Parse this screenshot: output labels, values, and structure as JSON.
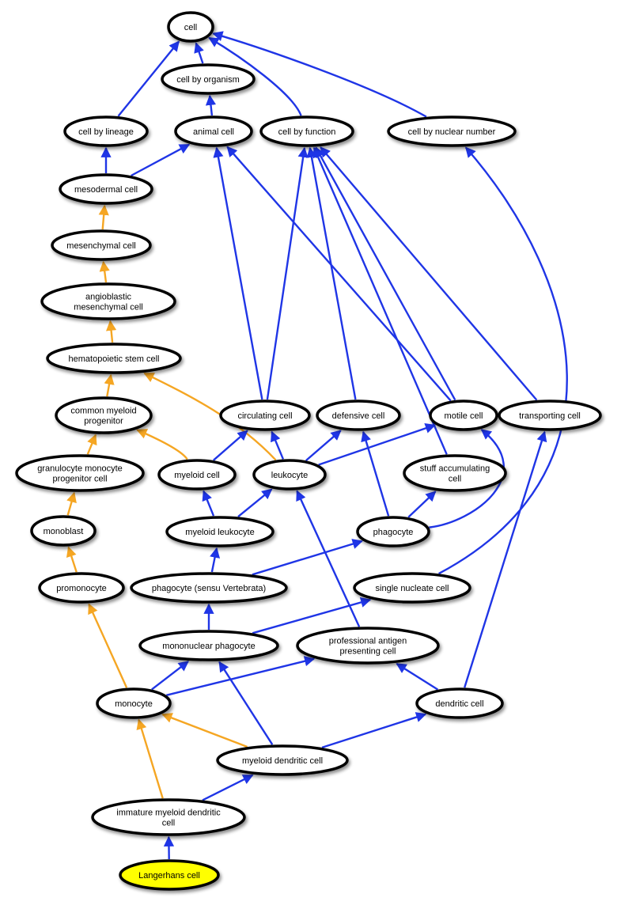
{
  "colors": {
    "is_a": "#1f35e6",
    "develops_from": "#f5a623",
    "highlight": "#ffff00",
    "node_fill": "#ffffff",
    "outline": "#000000"
  },
  "highlighted_node": "langerhans",
  "nodes": {
    "cell": {
      "lines": [
        "cell"
      ]
    },
    "cell_by_organism": {
      "lines": [
        "cell by organism"
      ]
    },
    "cell_by_lineage": {
      "lines": [
        "cell by lineage"
      ]
    },
    "animal_cell": {
      "lines": [
        "animal cell"
      ]
    },
    "cell_by_function": {
      "lines": [
        "cell by function"
      ]
    },
    "cell_by_nuclear_number": {
      "lines": [
        "cell by nuclear number"
      ]
    },
    "mesodermal_cell": {
      "lines": [
        "mesodermal cell"
      ]
    },
    "mesenchymal_cell": {
      "lines": [
        "mesenchymal cell"
      ]
    },
    "angioblastic": {
      "lines": [
        "angioblastic",
        "mesenchymal cell"
      ]
    },
    "hsc": {
      "lines": [
        "hematopoietic stem cell"
      ]
    },
    "cmp": {
      "lines": [
        "common myeloid",
        "progenitor"
      ]
    },
    "circulating_cell": {
      "lines": [
        "circulating cell"
      ]
    },
    "defensive_cell": {
      "lines": [
        "defensive cell"
      ]
    },
    "motile_cell": {
      "lines": [
        "motile cell"
      ]
    },
    "transporting_cell": {
      "lines": [
        "transporting cell"
      ]
    },
    "gmp": {
      "lines": [
        "granulocyte monocyte",
        "progenitor cell"
      ]
    },
    "myeloid_cell": {
      "lines": [
        "myeloid cell"
      ]
    },
    "leukocyte": {
      "lines": [
        "leukocyte"
      ]
    },
    "stuff_accumulating": {
      "lines": [
        "stuff accumulating",
        "cell"
      ]
    },
    "monoblast": {
      "lines": [
        "monoblast"
      ]
    },
    "myeloid_leukocyte": {
      "lines": [
        "myeloid leukocyte"
      ]
    },
    "phagocyte": {
      "lines": [
        "phagocyte"
      ]
    },
    "promonocyte": {
      "lines": [
        "promonocyte"
      ]
    },
    "phagocyte_vert": {
      "lines": [
        "phagocyte (sensu Vertebrata)"
      ]
    },
    "single_nucleate": {
      "lines": [
        "single nucleate cell"
      ]
    },
    "mononuclear_phagocyte": {
      "lines": [
        "mononuclear phagocyte"
      ]
    },
    "apc": {
      "lines": [
        "professional antigen",
        "presenting cell"
      ]
    },
    "monocyte": {
      "lines": [
        "monocyte"
      ]
    },
    "dendritic_cell": {
      "lines": [
        "dendritic cell"
      ]
    },
    "myeloid_dc": {
      "lines": [
        "myeloid dendritic cell"
      ]
    },
    "immature_mdc": {
      "lines": [
        "immature myeloid dendritic",
        "cell"
      ]
    },
    "langerhans": {
      "lines": [
        "Langerhans cell"
      ]
    }
  },
  "edges": [
    {
      "from": "cell_by_organism",
      "to": "cell",
      "type": "is_a"
    },
    {
      "from": "cell_by_lineage",
      "to": "cell",
      "type": "is_a"
    },
    {
      "from": "cell_by_function",
      "to": "cell",
      "type": "is_a"
    },
    {
      "from": "cell_by_nuclear_number",
      "to": "cell",
      "type": "is_a"
    },
    {
      "from": "animal_cell",
      "to": "cell_by_organism",
      "type": "is_a"
    },
    {
      "from": "mesodermal_cell",
      "to": "cell_by_lineage",
      "type": "is_a"
    },
    {
      "from": "mesodermal_cell",
      "to": "animal_cell",
      "type": "is_a"
    },
    {
      "from": "mesenchymal_cell",
      "to": "mesodermal_cell",
      "type": "develops_from"
    },
    {
      "from": "angioblastic",
      "to": "mesenchymal_cell",
      "type": "develops_from"
    },
    {
      "from": "hsc",
      "to": "angioblastic",
      "type": "develops_from"
    },
    {
      "from": "cmp",
      "to": "hsc",
      "type": "develops_from"
    },
    {
      "from": "gmp",
      "to": "cmp",
      "type": "develops_from"
    },
    {
      "from": "monoblast",
      "to": "gmp",
      "type": "develops_from"
    },
    {
      "from": "promonocyte",
      "to": "monoblast",
      "type": "develops_from"
    },
    {
      "from": "monocyte",
      "to": "promonocyte",
      "type": "develops_from"
    },
    {
      "from": "myeloid_cell",
      "to": "cmp",
      "type": "develops_from"
    },
    {
      "from": "leukocyte",
      "to": "hsc",
      "type": "develops_from"
    },
    {
      "from": "myeloid_dc",
      "to": "monocyte",
      "type": "develops_from"
    },
    {
      "from": "immature_mdc",
      "to": "monocyte",
      "type": "develops_from"
    },
    {
      "from": "circulating_cell",
      "to": "animal_cell",
      "type": "is_a"
    },
    {
      "from": "circulating_cell",
      "to": "cell_by_function",
      "type": "is_a"
    },
    {
      "from": "motile_cell",
      "to": "animal_cell",
      "type": "is_a"
    },
    {
      "from": "motile_cell",
      "to": "cell_by_function",
      "type": "is_a"
    },
    {
      "from": "defensive_cell",
      "to": "cell_by_function",
      "type": "is_a"
    },
    {
      "from": "stuff_accumulating",
      "to": "cell_by_function",
      "type": "is_a"
    },
    {
      "from": "transporting_cell",
      "to": "cell_by_function",
      "type": "is_a"
    },
    {
      "from": "single_nucleate",
      "to": "cell_by_nuclear_number",
      "type": "is_a"
    },
    {
      "from": "myeloid_cell",
      "to": "circulating_cell",
      "type": "is_a"
    },
    {
      "from": "leukocyte",
      "to": "circulating_cell",
      "type": "is_a"
    },
    {
      "from": "leukocyte",
      "to": "defensive_cell",
      "type": "is_a"
    },
    {
      "from": "leukocyte",
      "to": "motile_cell",
      "type": "is_a"
    },
    {
      "from": "myeloid_leukocyte",
      "to": "myeloid_cell",
      "type": "is_a"
    },
    {
      "from": "myeloid_leukocyte",
      "to": "leukocyte",
      "type": "is_a"
    },
    {
      "from": "phagocyte",
      "to": "defensive_cell",
      "type": "is_a"
    },
    {
      "from": "phagocyte",
      "to": "stuff_accumulating",
      "type": "is_a"
    },
    {
      "from": "phagocyte",
      "to": "motile_cell",
      "type": "is_a"
    },
    {
      "from": "phagocyte_vert",
      "to": "myeloid_leukocyte",
      "type": "is_a"
    },
    {
      "from": "phagocyte_vert",
      "to": "phagocyte",
      "type": "is_a"
    },
    {
      "from": "mononuclear_phagocyte",
      "to": "phagocyte_vert",
      "type": "is_a"
    },
    {
      "from": "mononuclear_phagocyte",
      "to": "single_nucleate",
      "type": "is_a"
    },
    {
      "from": "apc",
      "to": "leukocyte",
      "type": "is_a"
    },
    {
      "from": "monocyte",
      "to": "mononuclear_phagocyte",
      "type": "is_a"
    },
    {
      "from": "monocyte",
      "to": "apc",
      "type": "is_a"
    },
    {
      "from": "dendritic_cell",
      "to": "apc",
      "type": "is_a"
    },
    {
      "from": "dendritic_cell",
      "to": "transporting_cell",
      "type": "is_a"
    },
    {
      "from": "myeloid_dc",
      "to": "dendritic_cell",
      "type": "is_a"
    },
    {
      "from": "myeloid_dc",
      "to": "mononuclear_phagocyte",
      "type": "is_a"
    },
    {
      "from": "immature_mdc",
      "to": "myeloid_dc",
      "type": "is_a"
    },
    {
      "from": "langerhans",
      "to": "immature_mdc",
      "type": "is_a"
    }
  ]
}
